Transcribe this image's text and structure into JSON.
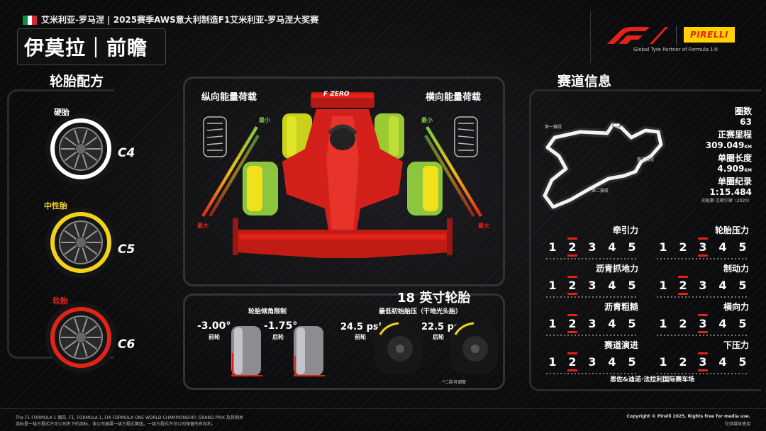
{
  "header": {
    "flag_colors": [
      "#009246",
      "#ffffff",
      "#ce2b37"
    ],
    "race_title": "艾米利亚-罗马涅 | 2025赛季AWS意大利制造F1艾米利亚-罗马涅大奖赛",
    "main_title": "伊莫拉｜前瞻",
    "pirelli_label": "PIRELLI",
    "partner_text": "Global Tyre Partner of Formula 1®"
  },
  "tyres": {
    "heading": "轮胎配方",
    "items": [
      {
        "label": "硬胎",
        "compound": "C4",
        "color": "#ffffff"
      },
      {
        "label": "中性胎",
        "compound": "C5",
        "color": "#f2d21b"
      },
      {
        "label": "软胎",
        "compound": "C6",
        "color": "#e2231a"
      }
    ]
  },
  "energy": {
    "longitudinal": "纵向能量荷载",
    "lateral": "横向能量荷载",
    "min": "最小",
    "max": "最大",
    "car_sponsor": "F ZERO"
  },
  "lower": {
    "camber_title": "轮胎倾角限制",
    "front_camber": "-3.00°",
    "front_label": "前轮",
    "rear_camber": "-1.75°",
    "rear_label": "后轮",
    "rim_title": "18 英寸轮胎",
    "pressure_title": "最低初始胎压（干地光头胎）",
    "front_psi": "24.5 psi",
    "front_psi_label": "前轮",
    "rear_psi": "22.5 psi",
    "rear_psi_label": "后轮",
    "note": "*二胎可调整"
  },
  "track": {
    "heading": "赛道信息",
    "sector1": "第一赛段",
    "sector2": "第二赛段",
    "sector3": "第三赛段",
    "laps_label": "圈数",
    "laps": "63",
    "distance_label": "正赛里程",
    "distance": "309.049",
    "distance_unit": "KM",
    "length_label": "单圈长度",
    "length": "4.909",
    "length_unit": "KM",
    "record_label": "单圈纪录",
    "record": "1:15.484",
    "record_holder": "刘易斯·汉密尔顿（2020）",
    "circuit_name": "恩佐&迪诺·法拉利国际赛车场"
  },
  "metrics": {
    "scale_labels": [
      "1",
      "2",
      "3",
      "4",
      "5"
    ],
    "items": [
      {
        "name": "牵引力",
        "value": 2
      },
      {
        "name": "轮胎压力",
        "value": 3
      },
      {
        "name": "沥青抓地力",
        "value": 2
      },
      {
        "name": "制动力",
        "value": 2
      },
      {
        "name": "沥青粗糙",
        "value": 2
      },
      {
        "name": "横向力",
        "value": 3
      },
      {
        "name": "赛道演进",
        "value": 2
      },
      {
        "name": "下压力",
        "value": 3
      }
    ]
  },
  "footer": {
    "left1": "The F1 FORMULA 1 图形, F1, FORMULA 1, FIA FORMULA ONE WORLD CHAMPIONSHIP, GRAND PRIX 及其相关",
    "left2": "商标是一级方程式许可公司名下的商标，该公司隶属一级方程式集团。一级方程式许可公司保留所有权利。",
    "right1": "Copyright © Pirelli 2025. Rights free for media use.",
    "right2": "仅供媒体使用"
  }
}
